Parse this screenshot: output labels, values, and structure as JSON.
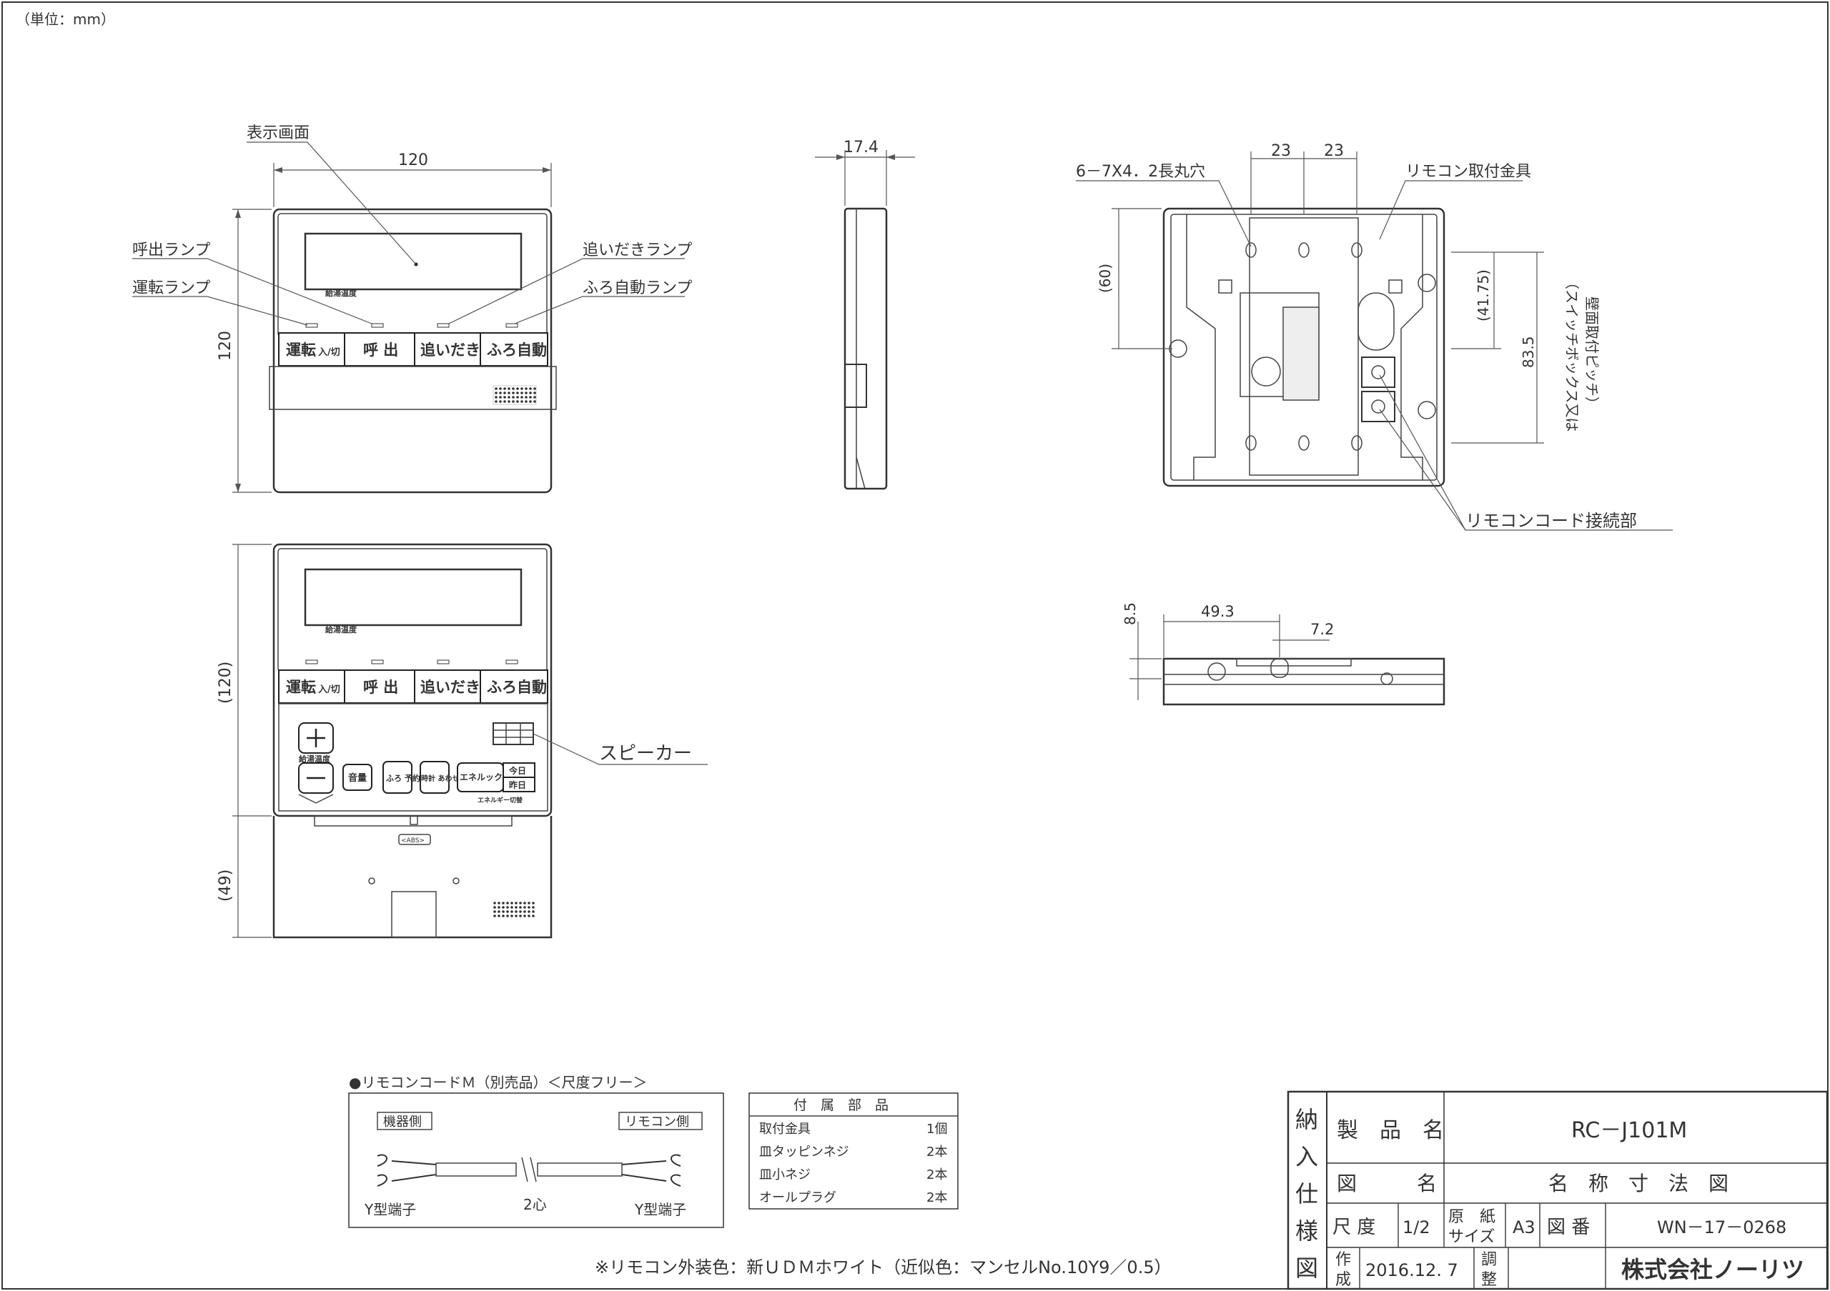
{
  "unit_note": "（単位：mm）",
  "front_view": {
    "width_dim": "120",
    "height_dim": "120",
    "labels": {
      "display": "表示画面",
      "call_lamp": "呼出ランプ",
      "run_lamp": "運転ランプ",
      "reheat_lamp": "追いだきランプ",
      "auto_lamp": "ふろ自動ランプ"
    },
    "screen_caption": "給湯温度",
    "buttons": [
      "運転",
      "呼 出",
      "追いだき",
      "ふろ自動"
    ],
    "power_sub": "入/切"
  },
  "side_view": {
    "depth_dim": "17.4"
  },
  "back_view": {
    "hole_label": "6－7X4．2長丸穴",
    "bracket_label": "リモコン取付金具",
    "cord_label": "リモコンコード接続部",
    "pitch_label_1": "（スイッチボックス又は",
    "pitch_label_2": "壁面取付ピッチ）",
    "dims": {
      "pitch_left": "23",
      "pitch_right": "23",
      "h60": "(60)",
      "h4175": "(41.75)",
      "h835": "83.5"
    }
  },
  "bottom_view": {
    "dims": {
      "d493": "49.3",
      "d72": "7.2",
      "d85": "8.5"
    }
  },
  "open_view": {
    "height_dim": "(120)",
    "cover_dim": "(49)",
    "speaker_label": "スピーカー",
    "screen_caption": "給湯温度",
    "buttons": [
      "運転",
      "呼 出",
      "追いだき",
      "ふろ自動"
    ],
    "power_sub": "入/切",
    "temp_caption": "給湯温度",
    "inner_buttons": [
      "音量",
      "ふろ 予約",
      "時計 あわせ",
      "エネルック",
      "今日",
      "昨日"
    ],
    "energy_caption": "エネルギー切替",
    "hinge_mark": "<ABS>"
  },
  "cord": {
    "title": "●リモコンコードＭ（別売品）＜尺度フリー＞",
    "device_side": "機器側",
    "remote_side": "リモコン側",
    "terminal_left": "Y型端子",
    "terminal_right": "Y型端子",
    "core": "2心"
  },
  "accessories": {
    "header": "付　属　部　品",
    "items": [
      {
        "name": "取付金具",
        "qty": "1個"
      },
      {
        "name": "皿タッピンネジ",
        "qty": "2本"
      },
      {
        "name": "皿小ネジ",
        "qty": "2本"
      },
      {
        "name": "オールプラグ",
        "qty": "2本"
      }
    ]
  },
  "color_note": "※リモコン外装色：新ＵＤＭホワイト（近似色：マンセルNo.10Y9／0.5）",
  "title_block": {
    "vertical": [
      "納",
      "入",
      "仕",
      "様",
      "図"
    ],
    "product_label": "製　品　名",
    "product_value": "RC－J101M",
    "drawing_label": "図　　　名",
    "drawing_value": "名　称　寸　法　図",
    "scale_label": "尺 度",
    "scale_value": "1/2",
    "paper_label_1": "原　紙",
    "paper_label_2": "サイズ",
    "paper_value": "A3",
    "number_label": "図 番",
    "number_value": "WN－17－0268",
    "made_label_1": "作",
    "made_label_2": "成",
    "made_value": "2016.12. 7",
    "check_label_1": "調",
    "check_label_2": "整",
    "company": "株式会社ノーリツ"
  }
}
